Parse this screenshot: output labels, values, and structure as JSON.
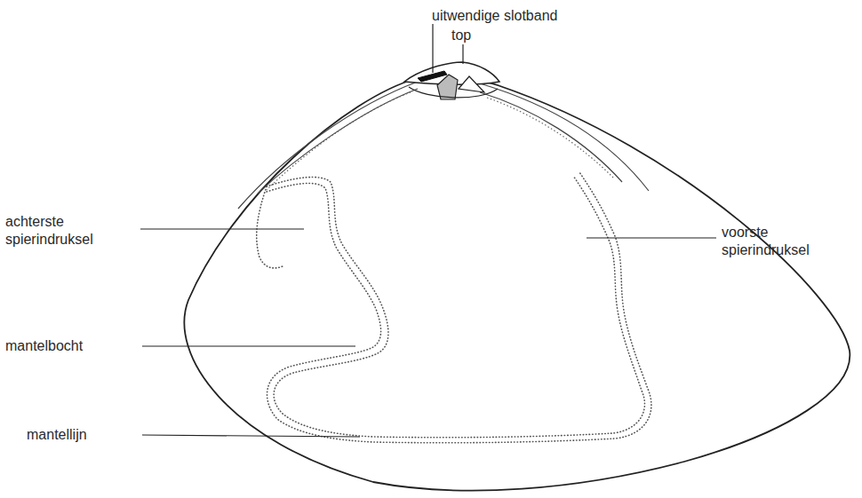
{
  "diagram": {
    "labels": [
      "uitwendige slotband",
      "top",
      "achterste spierindruksel",
      "voorste spierindruksel",
      "mantelbocht",
      "mantellijn"
    ]
  }
}
